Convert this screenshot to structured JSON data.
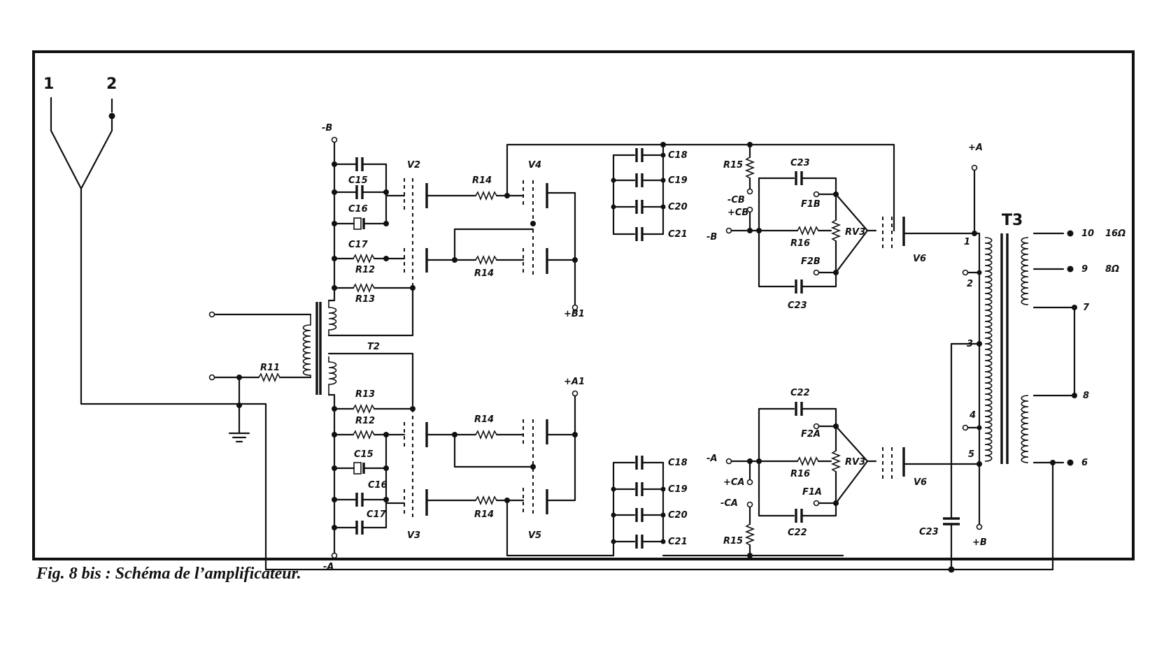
{
  "caption": "Fig. 8 bis : Schéma de l’amplificateur.",
  "labels": {
    "in1": "1",
    "in2": "2",
    "negB_top": "-B",
    "negA_bot": "-A",
    "v2": "V2",
    "v3": "V3",
    "v4": "V4",
    "v5": "V5",
    "v6_top": "V6",
    "v6_bot": "V6",
    "t2": "T2",
    "t3": "T3",
    "c15_top": "C15",
    "c16_top": "C16",
    "c17_top": "C17",
    "r12_top": "R12",
    "r13_top": "R13",
    "r11": "R11",
    "r13_bot": "R13",
    "r12_bot": "R12",
    "c15_bot": "C15",
    "c16_bot": "C16",
    "c17_bot": "C17",
    "r14_a": "R14",
    "r14_b": "R14",
    "r14_c": "R14",
    "r14_d": "R14",
    "b1": "+B1",
    "a1": "+A1",
    "c18_top": "C18",
    "c19_top": "C19",
    "c20_top": "C20",
    "c21_top": "C21",
    "c18_bot": "C18",
    "c19_bot": "C19",
    "c20_bot": "C20",
    "c21_bot": "C21",
    "r15_top": "R15",
    "r15_bot": "R15",
    "c23_top": "C23",
    "c23_mid": "C23",
    "c23_low": "C23",
    "c22_top": "C22",
    "c22_bot": "C22",
    "r16_top": "R16",
    "r16_bot": "R16",
    "rv3_top": "RV3",
    "rv3_bot": "RV3",
    "f1b": "F1B",
    "f2b": "F2B",
    "f2a": "F2A",
    "f1a": "F1A",
    "negB_mid": "-B",
    "negA_mid": "-A",
    "pcb": "-CB",
    "mcb": "+CB",
    "pca": "+CA",
    "mca": "-CA",
    "plusA": "+A",
    "plusB": "+B",
    "t3_1": "1",
    "t3_2": "2",
    "t3_3": "3",
    "t3_4": "4",
    "t3_5": "5",
    "out10": "10",
    "out9": "9",
    "out7": "7",
    "out8": "8",
    "out6": "6",
    "ohm16": "16Ω",
    "ohm8": "8Ω"
  }
}
